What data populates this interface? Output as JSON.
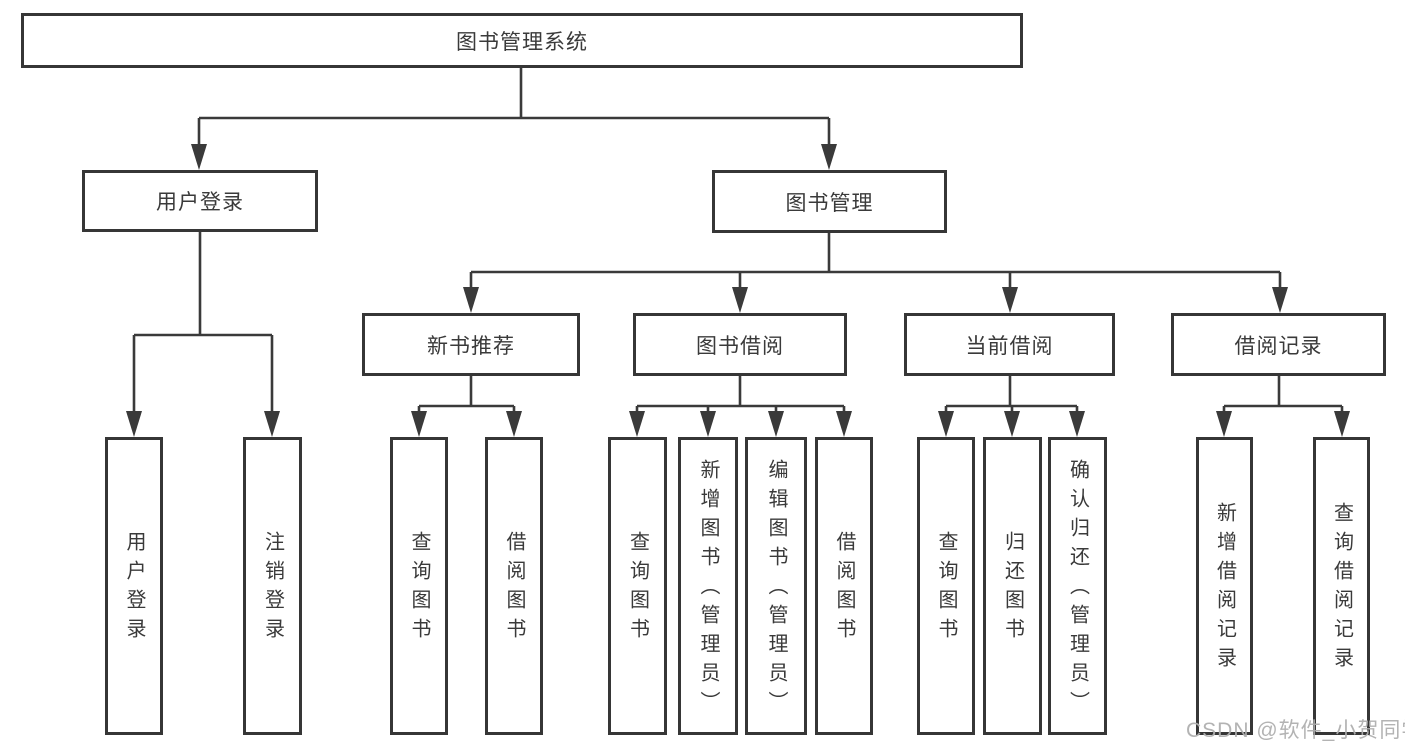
{
  "tree": {
    "label": "图书管理系统",
    "children": [
      {
        "label": "用户登录",
        "children": [
          {
            "label": "用户登录"
          },
          {
            "label": "注销登录"
          }
        ]
      },
      {
        "label": "图书管理",
        "children": [
          {
            "label": "新书推荐",
            "children": [
              {
                "label": "查询图书"
              },
              {
                "label": "借阅图书"
              }
            ]
          },
          {
            "label": "图书借阅",
            "children": [
              {
                "label": "查询图书"
              },
              {
                "label": "新增图书（管理员）"
              },
              {
                "label": "编辑图书（管理员）"
              },
              {
                "label": "借阅图书"
              }
            ]
          },
          {
            "label": "当前借阅",
            "children": [
              {
                "label": "查询图书"
              },
              {
                "label": "归还图书"
              },
              {
                "label": "确认归还（管理员）"
              }
            ]
          },
          {
            "label": "借阅记录",
            "children": [
              {
                "label": "新增借阅记录"
              },
              {
                "label": "查询借阅记录"
              }
            ]
          }
        ]
      }
    ]
  },
  "watermark": "CSDN @软件_小贺同学",
  "colors": {
    "line": "#3a3a3a",
    "box_border": "#363636",
    "text": "#3a3a3a",
    "watermark": "#afafaf",
    "background": "#ffffff"
  }
}
